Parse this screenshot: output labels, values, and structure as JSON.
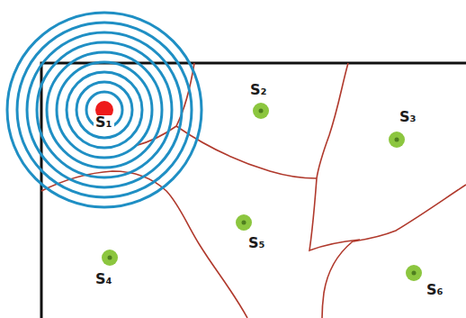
{
  "diagram": {
    "labels": [
      "S₁",
      "S₂",
      "S₃",
      "S₄",
      "S₅",
      "S₆"
    ]
  }
}
